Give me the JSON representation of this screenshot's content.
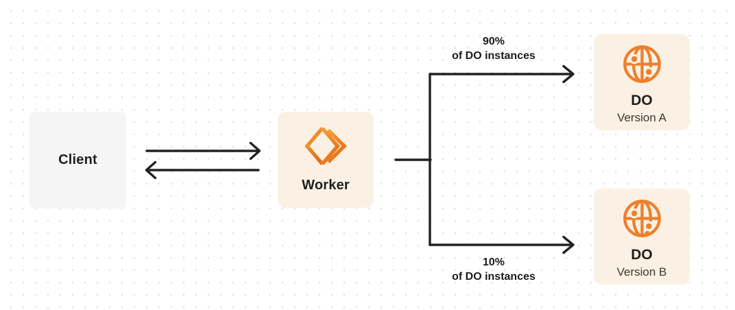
{
  "diagram": {
    "nodes": {
      "client": {
        "label": "Client"
      },
      "worker": {
        "label": "Worker"
      },
      "do_version_a": {
        "title": "DO",
        "subtitle": "Version A"
      },
      "do_version_b": {
        "title": "DO",
        "subtitle": "Version B"
      }
    },
    "edge_labels": {
      "to_version_a": {
        "line1": "90%",
        "line2": "of DO instances"
      },
      "to_version_b": {
        "line1": "10%",
        "line2": "of DO instances"
      }
    },
    "icons": {
      "worker": "workers-chevron-icon",
      "durable_object": "globe-icon"
    },
    "colors": {
      "accent_orange": "#EE7F2D",
      "node_cream": "#FAF1E4",
      "node_gray": "#F5F5F6",
      "arrow": "#212121",
      "text": "#1F1F1F",
      "subtext": "#3A372F",
      "dot_grid": "#E3E3E3"
    }
  }
}
